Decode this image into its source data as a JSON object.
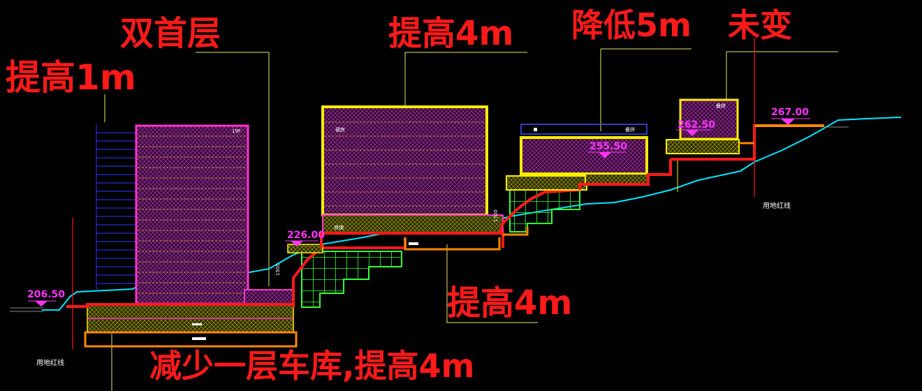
{
  "annotations": {
    "raise_1m": "提高1m",
    "double_ground": "双首层",
    "raise_4m_top": "提高4m",
    "lower_5m": "降低5m",
    "unchanged": "未变",
    "raise_4m_mid": "提高4m",
    "reduce_garage": "减少一层车库,提高4m"
  },
  "elevations": {
    "e1": "206.50",
    "e2": "226.00",
    "e3": "255.50",
    "e4": "262.50",
    "e5": "267.00"
  },
  "labels": {
    "redline_left": "用地红线",
    "redline_right": "用地红线",
    "floors_19f": "19F",
    "tag_left": "叠拼",
    "tag_right": "叠拼",
    "tag_podium": "裙房",
    "tag_b1": "商铺",
    "dim_1500": "1500",
    "dim_1700": "1700"
  },
  "colors": {
    "background": "#000000",
    "annotation": "#ff1a1a",
    "elevation": "#ff33ff",
    "building_magenta": "#ff33cc",
    "building_yellow": "#ffee00",
    "slab_red": "#ff1a1a",
    "basement_orange": "#ff8800",
    "retaining_green": "#33ff33",
    "terrain_cyan": "#00e5ff",
    "leader_line": "#e8e86a"
  }
}
